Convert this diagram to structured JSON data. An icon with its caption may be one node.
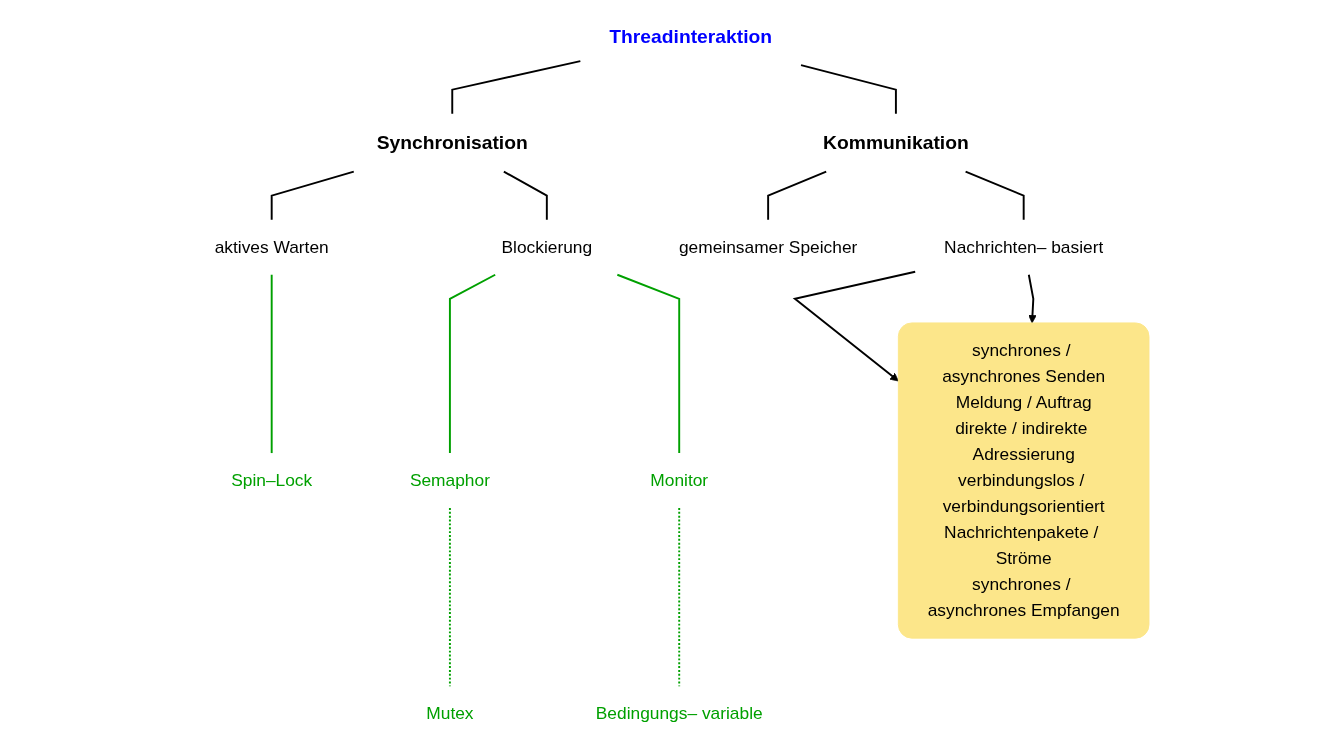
{
  "diagram": {
    "nodes": [
      {
        "text": [
          "Threadinteraktion"
        ]
      },
      {
        "text": [
          "Synchronisation"
        ]
      },
      {
        "text": [
          "Kommunikation"
        ]
      },
      {
        "text": [
          "aktives Warten"
        ]
      },
      {
        "text": [
          "Blockierung"
        ]
      },
      {
        "text": [
          "gemeinsamer Speicher"
        ]
      },
      {
        "text": [
          "Nachrichten– basiert"
        ]
      },
      {
        "text": [
          "Spin–Lock"
        ]
      },
      {
        "text": [
          "Semaphor"
        ]
      },
      {
        "text": [
          "Monitor"
        ]
      },
      {
        "text": [
          "Mutex"
        ]
      },
      {
        "text": [
          "Bedingungs– variable"
        ]
      },
      {
        "text": [
          "synchrones / asynchrones Senden",
          "Meldung / Auftrag",
          "direkte / indirekte Adressierung",
          "verbindungslos / verbindungsorientiert",
          "Nachrichtenpakete / Ströme",
          "synchrones / asynchrones Empfangen"
        ]
      }
    ],
    "edges": [
      {
        "from": 0,
        "to": 1,
        "arrow": "none"
      },
      {
        "from": 0,
        "to": 2,
        "arrow": "none"
      },
      {
        "from": 1,
        "to": 3,
        "arrow": "none"
      },
      {
        "from": 1,
        "to": 4,
        "arrow": "none"
      },
      {
        "from": 2,
        "to": 5,
        "arrow": "none"
      },
      {
        "from": 2,
        "to": 6,
        "arrow": "none"
      },
      {
        "from": 3,
        "to": 7,
        "arrow": "none",
        "color": "#00a000"
      },
      {
        "from": 4,
        "to": 8,
        "arrow": "none",
        "color": "#00a000"
      },
      {
        "from": 4,
        "to": 9,
        "arrow": "none",
        "color": "#00a000"
      },
      {
        "from": 8,
        "to": 10,
        "arrow": "none",
        "style": "dashed",
        "color": "#00a000"
      },
      {
        "from": 9,
        "to": 11,
        "arrow": "none",
        "style": "dashed",
        "color": "#00a000"
      },
      {
        "from": 6,
        "to": 12,
        "arrow": "to"
      },
      {
        "from": 6,
        "to": 12,
        "arrow": "to"
      }
    ]
  }
}
